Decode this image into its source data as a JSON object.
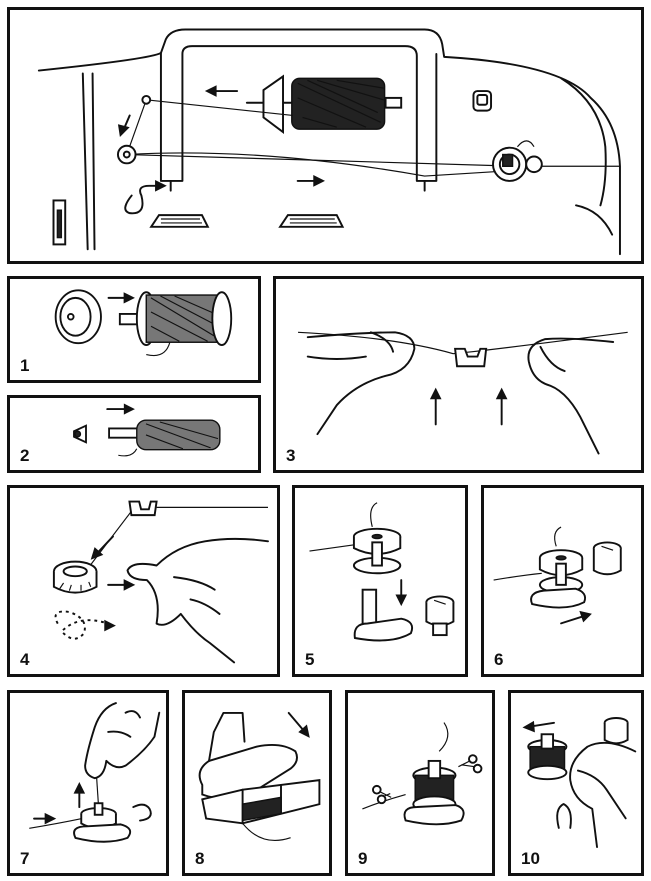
{
  "steps": [
    {
      "id": "1",
      "label": "1"
    },
    {
      "id": "2",
      "label": "2"
    },
    {
      "id": "3",
      "label": "3"
    },
    {
      "id": "4",
      "label": "4"
    },
    {
      "id": "5",
      "label": "5"
    },
    {
      "id": "6",
      "label": "6"
    },
    {
      "id": "7",
      "label": "7"
    },
    {
      "id": "8",
      "label": "8"
    },
    {
      "id": "9",
      "label": "9"
    },
    {
      "id": "10",
      "label": "10"
    }
  ]
}
